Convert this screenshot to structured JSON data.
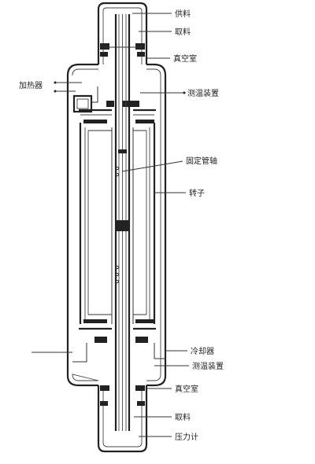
{
  "labels": {
    "feed": "供料",
    "take_top": "取料",
    "vacuum_top": "真空室",
    "heater": "加热器",
    "temp_top": "测温装置",
    "fixed_shaft": "固定管轴",
    "rotor": "转子",
    "cooler": "冷却器",
    "temp_bottom": "测温装置",
    "vacuum_bottom": "真空室",
    "take_bottom": "取料",
    "pressure": "压力计"
  },
  "colors": {
    "ink": "#222222",
    "background": "#ffffff"
  }
}
